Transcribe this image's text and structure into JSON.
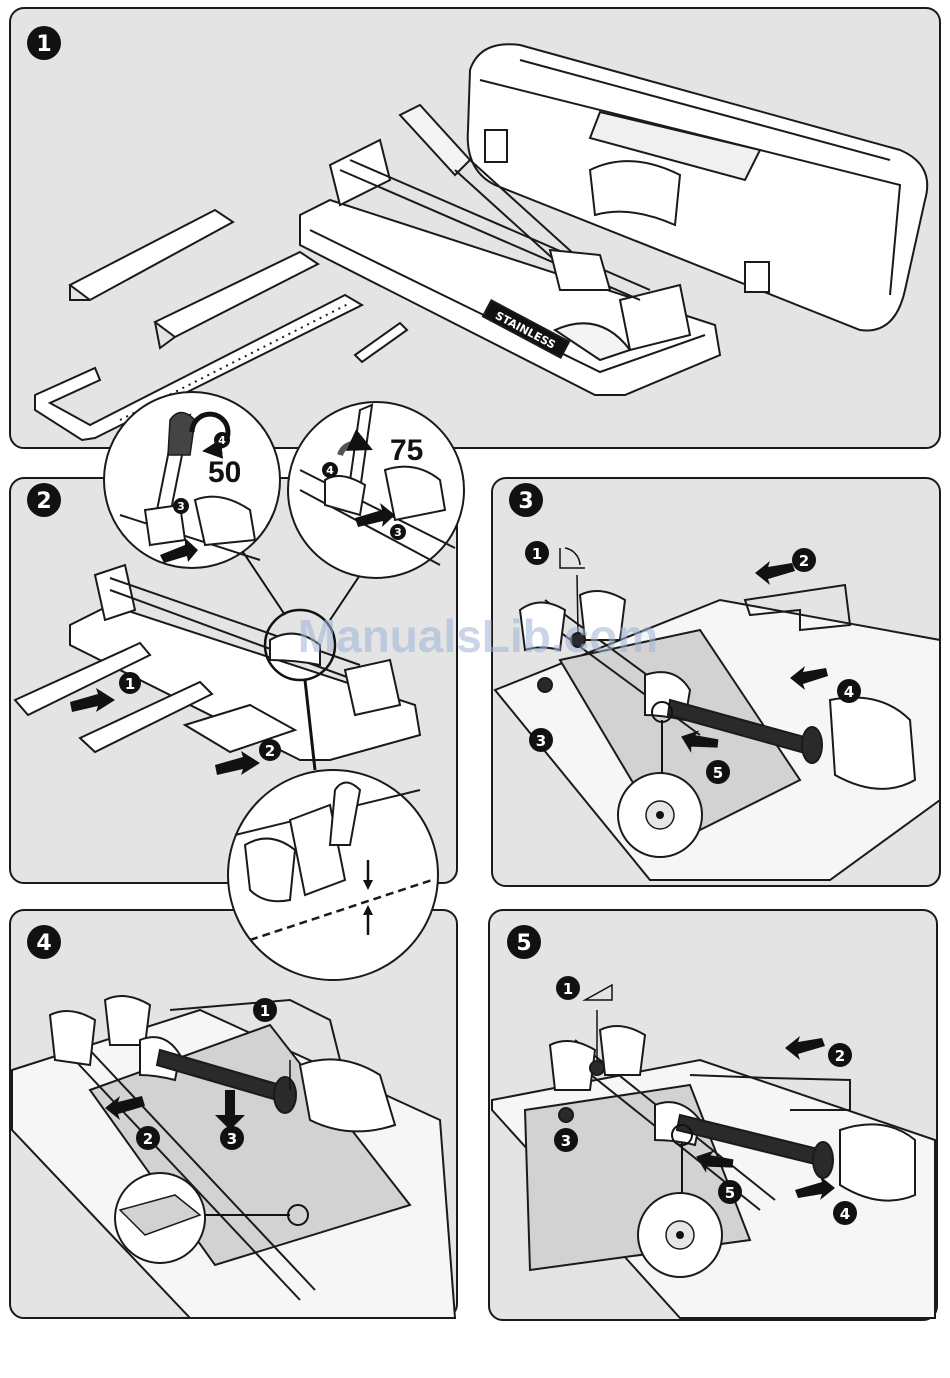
{
  "panels": [
    {
      "number": "1"
    },
    {
      "number": "2",
      "callouts": [
        "1",
        "2",
        "3",
        "4",
        "3",
        "4"
      ],
      "values": [
        "50",
        "75"
      ]
    },
    {
      "number": "3",
      "callouts": [
        "1",
        "2",
        "3",
        "4",
        "5"
      ]
    },
    {
      "number": "4",
      "callouts": [
        "1",
        "2",
        "3"
      ]
    },
    {
      "number": "5",
      "callouts": [
        "1",
        "2",
        "3",
        "4",
        "5"
      ]
    }
  ],
  "product_stamp": "STAINLESS",
  "watermark": "ManualsLib.com",
  "colors": {
    "panel_fill": "#e4e4e4",
    "outline": "#1a1a1a",
    "handle": "#2a2a2a",
    "badge": "#111111",
    "tile": "#d2d2d2"
  }
}
